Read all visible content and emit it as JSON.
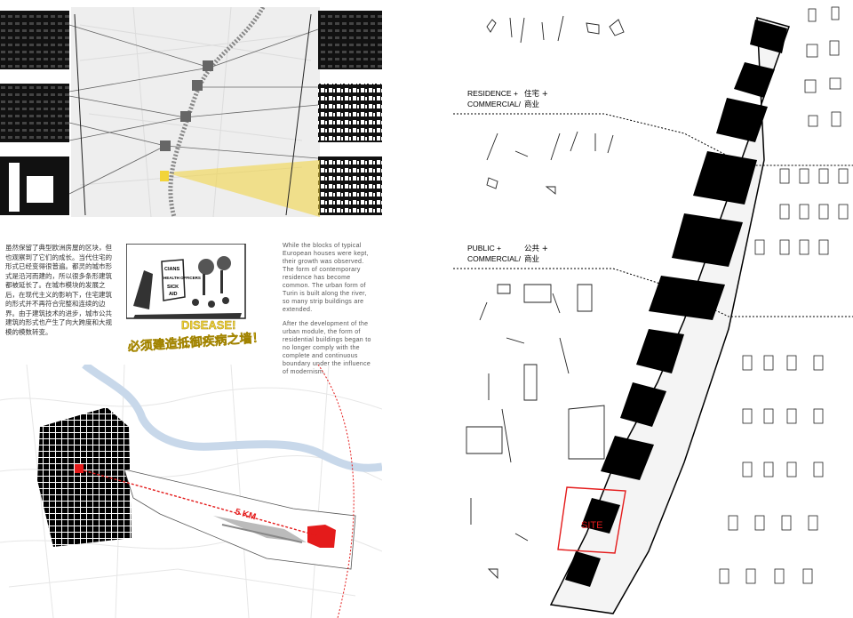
{
  "body_text": {
    "chinese_paragraph": "虽然保留了典型欧洲房屋的区块，但也观察到了它们的成长。当代住宅的形式已经变得很普遍。都灵的城市形式是沿河而建的，所以很多条形建筑都被延长了。在城市模块的发展之后，在现代主义的影响下，住宅建筑的形式并不再符合完整和连续的边界。由于建筑技术的进步，城市公共建筑的形式也产生了向大跨度和大规模的模数转变。",
    "english_paragraph_1": "While the blocks of typical European houses were kept, their growth was observed. The form of contemporary residence has become common. The urban form of Turin is built along the river, so many strip buildings are extended.",
    "english_paragraph_2": "After the development of the urban module, the form of residential buildings began to no longer comply with the complete and continuous boundary under the influence of modernism."
  },
  "poster": {
    "headline_en": "DISEASE!",
    "headline_cn": "必须建造抵御疾病之墙！",
    "sign_words": [
      "CIANS",
      "HEALTH OFFICERS",
      "SICK",
      "AID"
    ]
  },
  "bottom_map": {
    "distance_label": "5 KM",
    "accent_color": "#e41b1b"
  },
  "right_map": {
    "zones": [
      {
        "en_line1": "RESIDENCE +",
        "cn_line1": "住宅 +",
        "en_line2": "COMMERCIAL/",
        "cn_line2": "商业"
      },
      {
        "en_line1": "PUBLIC +",
        "cn_line1": "公共 +",
        "en_line2": "COMMERCIAL/",
        "cn_line2": "商业"
      }
    ],
    "site_label": "SITE",
    "site_color": "#e41b1b"
  },
  "colors": {
    "highlight_yellow": "#f2d43a",
    "building_black": "#000000"
  }
}
